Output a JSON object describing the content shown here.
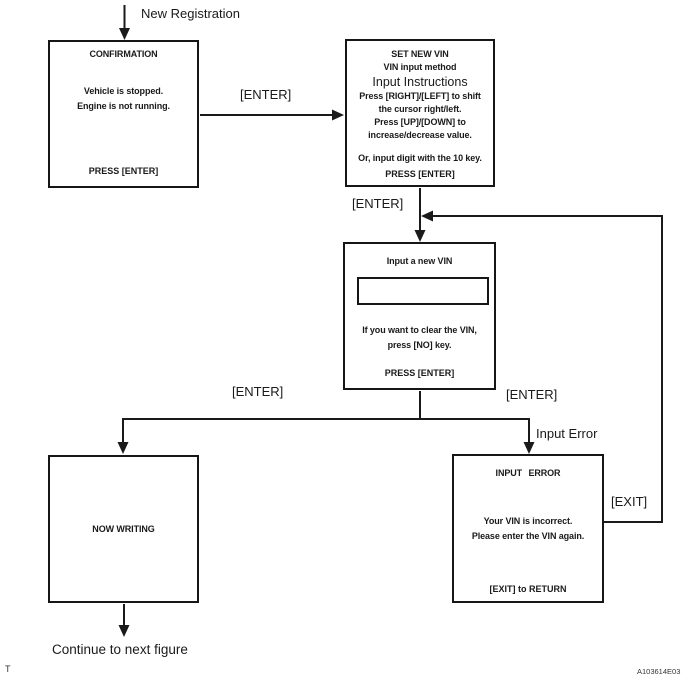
{
  "misc": {
    "entry_label": "New Registration",
    "continue_label": "Continue to next figure",
    "footer_left": "T",
    "figure_code": "A103614E03"
  },
  "edges": {
    "enter_confirm_to_set": "[ENTER]",
    "enter_set_to_input": "[ENTER]",
    "enter_branch_left": "[ENTER]",
    "enter_branch_right": "[ENTER]",
    "input_error": "Input Error",
    "exit": "[EXIT]"
  },
  "boxes": {
    "confirmation": {
      "title": "CONFIRMATION",
      "line1": "Vehicle is stopped.",
      "line2": "Engine is not running.",
      "footer": "PRESS [ENTER]"
    },
    "set_new_vin": {
      "title": "SET NEW VIN",
      "subtitle": "VIN input method",
      "heading": "Input Instructions",
      "line1": "Press [RIGHT]/[LEFT] to shift",
      "line2": "the cursor right/left.",
      "line3": "Press [UP]/[DOWN] to",
      "line4": "increase/decrease value.",
      "line5": "Or, input digit with the 10 key.",
      "footer": "PRESS [ENTER]"
    },
    "input_new_vin": {
      "title": "Input a new VIN",
      "vin_field_value": "",
      "line1": "If you want to clear the VIN,",
      "line2": "press [NO] key.",
      "footer": "PRESS [ENTER]"
    },
    "now_writing": {
      "title": "NOW WRITING"
    },
    "input_error": {
      "title": "INPUT ERROR",
      "line1": "Your VIN is incorrect.",
      "line2": "Please enter the VIN again.",
      "footer": "[EXIT] to RETURN"
    }
  },
  "colors": {
    "line": "#1a1a1a",
    "background": "#ffffff",
    "text": "#1a1a1a"
  }
}
